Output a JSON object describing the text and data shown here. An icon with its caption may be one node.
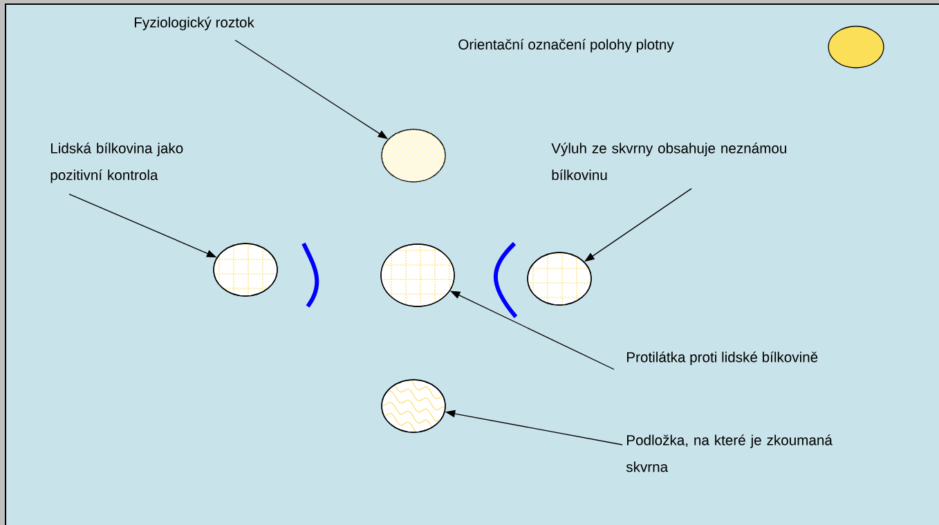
{
  "diagram": {
    "nodes": [
      {
        "text": [
          "Fyziologický roztok"
        ]
      },
      {
        "text": [],
        "shape": "circle"
      },
      {
        "text": [],
        "shape": "circle"
      },
      {
        "text": [
          "Lidská bílkovina jako pozitivní kontrola"
        ]
      },
      {
        "text": [
          "Výluh ze skvrny obsahuje neznámou bílkovinu"
        ]
      },
      {
        "text": [],
        "shape": "circle"
      },
      {
        "text": [],
        "shape": "circle"
      },
      {
        "text": [],
        "shape": "circle"
      },
      {
        "text": [
          "Protilátka proti lidské bílkovině"
        ]
      },
      {
        "text": [],
        "shape": "circle"
      },
      {
        "text": [
          "Podložka, na které je zkoumaná skvrna"
        ]
      }
    ],
    "edges": [
      {
        "from": 0,
        "to": 1,
        "arrow": "to"
      },
      {
        "from": 3,
        "to": 5,
        "arrow": "to"
      },
      {
        "from": 4,
        "to": 7,
        "arrow": "to"
      },
      {
        "from": 8,
        "to": 6,
        "arrow": "to"
      },
      {
        "from": 10,
        "to": 9,
        "arrow": "to"
      }
    ],
    "labels": [
      "Orientační označení polohy plotny"
    ]
  }
}
